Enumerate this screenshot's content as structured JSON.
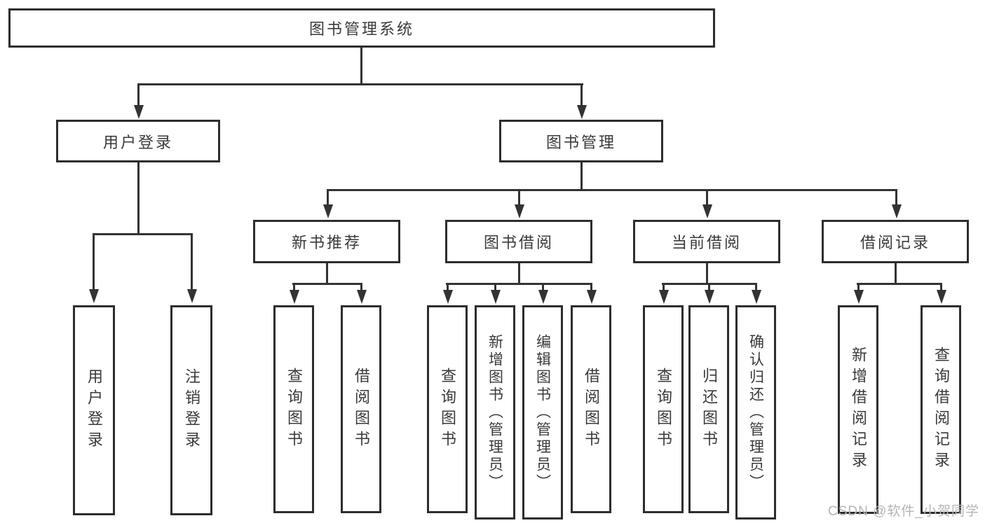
{
  "colors": {
    "line": "#333333",
    "box_border": "#2d2d2d",
    "text": "#3a3a3a",
    "watermark": "#b5b5b5",
    "background": "#ffffff"
  },
  "tree": {
    "label": "图书管理系统",
    "children": [
      {
        "label": "用户登录",
        "children": [
          {
            "label": "用户登录"
          },
          {
            "label": "注销登录"
          }
        ]
      },
      {
        "label": "图书管理",
        "children": [
          {
            "label": "新书推荐",
            "children": [
              {
                "label": "查询图书"
              },
              {
                "label": "借阅图书"
              }
            ]
          },
          {
            "label": "图书借阅",
            "children": [
              {
                "label": "查询图书"
              },
              {
                "label": "新增图书（管理员）"
              },
              {
                "label": "编辑图书（管理员）"
              },
              {
                "label": "借阅图书"
              }
            ]
          },
          {
            "label": "当前借阅",
            "children": [
              {
                "label": "查询图书"
              },
              {
                "label": "归还图书"
              },
              {
                "label": "确认归还（管理员）"
              }
            ]
          },
          {
            "label": "借阅记录",
            "children": [
              {
                "label": "新增借阅记录"
              },
              {
                "label": "查询借阅记录"
              }
            ]
          }
        ]
      }
    ]
  },
  "watermark": {
    "text": "CSDN @软件_小贺同学"
  }
}
